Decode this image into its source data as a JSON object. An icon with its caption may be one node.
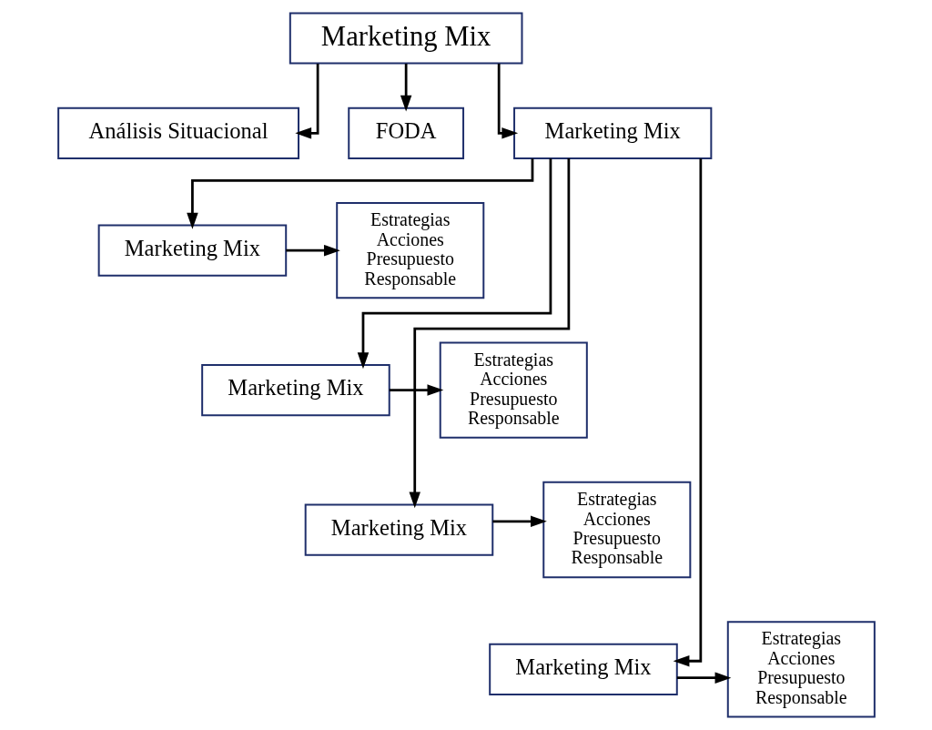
{
  "diagram": {
    "nodes": [
      {
        "text": [
          "Marketing Mix"
        ]
      },
      {
        "text": [
          "Análisis Situacional"
        ]
      },
      {
        "text": [
          "FODA"
        ]
      },
      {
        "text": [
          "Marketing Mix"
        ]
      },
      {
        "text": [
          "Estrategias",
          "Acciones",
          "Presupuesto",
          "Responsable"
        ]
      },
      {
        "text": [
          "Marketing Mix"
        ]
      },
      {
        "text": [
          "Estrategias",
          "Acciones",
          "Presupuesto",
          "Responsable"
        ]
      },
      {
        "text": [
          "Marketing Mix"
        ]
      },
      {
        "text": [
          "Estrategias",
          "Acciones",
          "Presupuesto",
          "Responsable"
        ]
      },
      {
        "text": [
          "Marketing Mix"
        ]
      },
      {
        "text": [
          "Estrategias",
          "Acciones",
          "Presupuesto",
          "Responsable"
        ]
      },
      {
        "text": [
          "Marketing Mix"
        ]
      }
    ],
    "edges": [
      {
        "from": 0,
        "to": 1,
        "arrow": "to"
      },
      {
        "from": 0,
        "to": 2,
        "arrow": "to"
      },
      {
        "from": 0,
        "to": 3,
        "arrow": "to"
      },
      {
        "from": 3,
        "to": 5,
        "arrow": "to"
      },
      {
        "from": 5,
        "to": 4,
        "arrow": "to"
      },
      {
        "from": 3,
        "to": 7,
        "arrow": "to"
      },
      {
        "from": 7,
        "to": 6,
        "arrow": "to"
      },
      {
        "from": 3,
        "to": 9,
        "arrow": "to"
      },
      {
        "from": 9,
        "to": 8,
        "arrow": "to"
      },
      {
        "from": 3,
        "to": 11,
        "arrow": "to"
      },
      {
        "from": 11,
        "to": 10,
        "arrow": "to"
      }
    ]
  }
}
